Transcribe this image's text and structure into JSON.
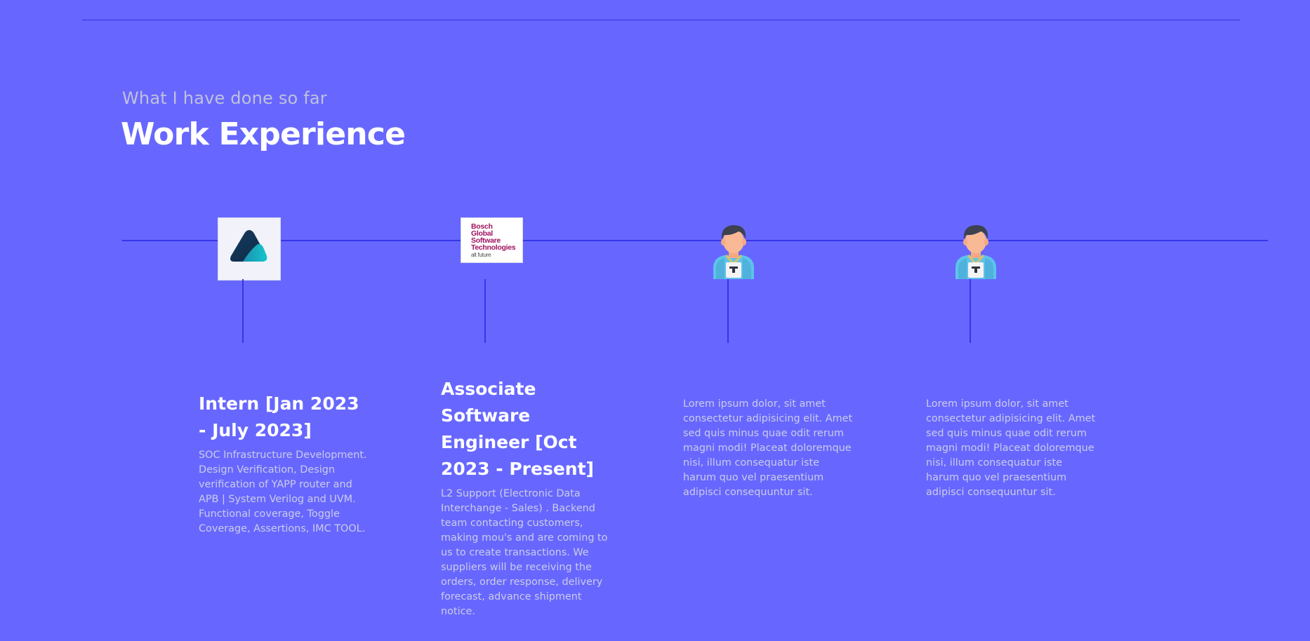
{
  "section": {
    "subtitle": "What I have done so far",
    "title": "Work Experience"
  },
  "colors": {
    "background": "#6767ff",
    "timeline": "#3636e8",
    "title": "#ffffff",
    "body_text": "#cbcbe8",
    "bosch_brand": "#a0125f"
  },
  "experiences": [
    {
      "logo": "dark-mountain-logo",
      "title": "Intern [Jan 2023 - July 2023]",
      "description": "SOC Infrastructure Development. Design Verification, Design verification of YAPP router and APB | System Verilog and UVM. Functional coverage, Toggle Coverage, Assertions, IMC TOOL."
    },
    {
      "logo": "bosch-logo",
      "logo_text": [
        "Bosch",
        "Global",
        "Software",
        "Technologies"
      ],
      "logo_tagline": "alt future",
      "title": "Associate Software Engineer [Oct 2023 - Present]",
      "description": "L2 Support (Electronic Data Interchange - Sales) . Backend team contacting customers, making mou's and are coming to us to create transactions. We suppliers will be receiving the orders, order response, delivery forecast, advance shipment notice."
    },
    {
      "logo": "person-avatar-icon",
      "title": "",
      "description": "Lorem ipsum dolor, sit amet consectetur adipisicing elit. Amet sed quis minus quae odit rerum magni modi! Placeat doloremque nisi, illum consequatur iste harum quo vel praesentium adipisci consequuntur sit."
    },
    {
      "logo": "person-avatar-icon",
      "title": "",
      "description": "Lorem ipsum dolor, sit amet consectetur adipisicing elit. Amet sed quis minus quae odit rerum magni modi! Placeat doloremque nisi, illum consequatur iste harum quo vel praesentium adipisci consequuntur sit."
    }
  ]
}
